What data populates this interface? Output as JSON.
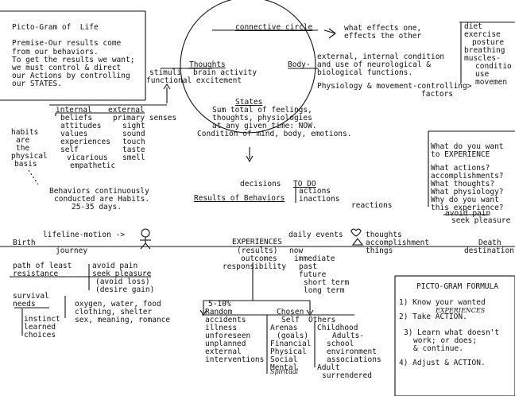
{
  "title_box": {
    "title": "Picto-Gram of  Life",
    "premise": [
      "Premise-Our results come",
      "from our behaviors.",
      "To get the results we want;",
      "we must control & direct",
      "our Actions by controlling",
      "our STATES."
    ]
  },
  "connective": {
    "label": "connective circle",
    "effects": [
      "what effects one,",
      "effects the other"
    ]
  },
  "body_col": [
    "diet",
    "exercise",
    "posture",
    "breathing",
    "muscles-",
    "conditio",
    "use",
    "movemen"
  ],
  "thoughts": {
    "title": "Thoughts",
    "stimuli": "stimuli",
    "lines": [
      "brain activity",
      "functional excitement"
    ]
  },
  "body": {
    "label": "Body-",
    "lines": [
      "external, internal condition",
      "and use of neurological &",
      "biological functions."
    ],
    "physio": [
      "Physiology & movement-controlling>",
      "factors"
    ]
  },
  "internal_external": {
    "internal": "internal",
    "external": "external",
    "left": [
      "beliefs",
      "attitudes",
      "values",
      "experiences",
      "self",
      "vicarious",
      "empathetic"
    ],
    "right": [
      "primary senses",
      "sight",
      "sound",
      "touch",
      "taste",
      "smell"
    ]
  },
  "states": {
    "title": "States",
    "lines": [
      "Sum total of feelings,",
      "thoughts, physiologies",
      "at any given time: NOW.",
      "Condition of mind, body, emotions."
    ]
  },
  "habits": [
    "habits",
    "are",
    "the",
    "physical",
    "basis"
  ],
  "habits_note": [
    "Behaviors continuously",
    "conducted are Habits.",
    "25-35 days."
  ],
  "experience_box": {
    "lines": [
      "What do you want",
      "to EXPERIENCE",
      "",
      "What actions?",
      "accomplishments?",
      "What thoughts?",
      "What physiology?",
      "",
      "Why do you want",
      "this experience?"
    ],
    "avoid": "avoid pain",
    "seek": "seek pleasure"
  },
  "decisions": {
    "decisions": "decisions",
    "todo": "TO DO",
    "results": "Results of Behaviors",
    "actions": [
      "actions",
      "inactions"
    ],
    "reactions": "reactions"
  },
  "lifeline": {
    "label": "lifeline-motion ->",
    "birth": "Birth",
    "journey": "journey",
    "experiences": "EXPERIENCES",
    "results": "(results)",
    "outcomes": "outcomes",
    "responsibility": "responsibility",
    "daily": "daily events",
    "now": [
      "now",
      "immediate",
      "past",
      "future",
      "short term",
      "long term"
    ],
    "thoughts": "thoughts",
    "accomplishment": "accomplishment",
    "things": "things",
    "death": "Death",
    "destination": "destination"
  },
  "path": {
    "path": "path of least",
    "resistance": "resistance",
    "avoid": "avoid pain",
    "seek": [
      "seek pleasure",
      "(avoid loss)",
      "(desire gain)"
    ]
  },
  "survival": {
    "title": [
      "survival",
      "needs"
    ],
    "instinct": [
      "instinct",
      "learned",
      "choices"
    ],
    "needs": [
      "oxygen, water, food",
      "clothing, shelter",
      "sex, meaning, romance"
    ]
  },
  "random": {
    "pct": "5-10%",
    "title": "Random",
    "items": [
      "accidents",
      "illness",
      "unforeseen",
      "unplanned",
      "external",
      "interventions"
    ]
  },
  "chosen": {
    "title": "Chosen",
    "self": "Self",
    "others": "Others",
    "self_items": [
      "Arenas",
      "(goals)",
      "Financial",
      "Physical",
      "Social",
      "Mental"
    ],
    "spiritual": "Spiritual",
    "others_items": [
      "Childhood",
      "Adults-",
      "school",
      "environment",
      "associations",
      "Adult",
      "surrendered"
    ]
  },
  "formula": {
    "title": "PICTO-GRAM FORMULA",
    "step1": "1) Know your wanted",
    "step1_hand": "EXPERIENCES",
    "step2": "2) Take ACTION.",
    "step3": [
      "3) Learn what doesn't",
      "work; or does;",
      "& continue."
    ],
    "step4": "4) Adjust & ACTION."
  }
}
